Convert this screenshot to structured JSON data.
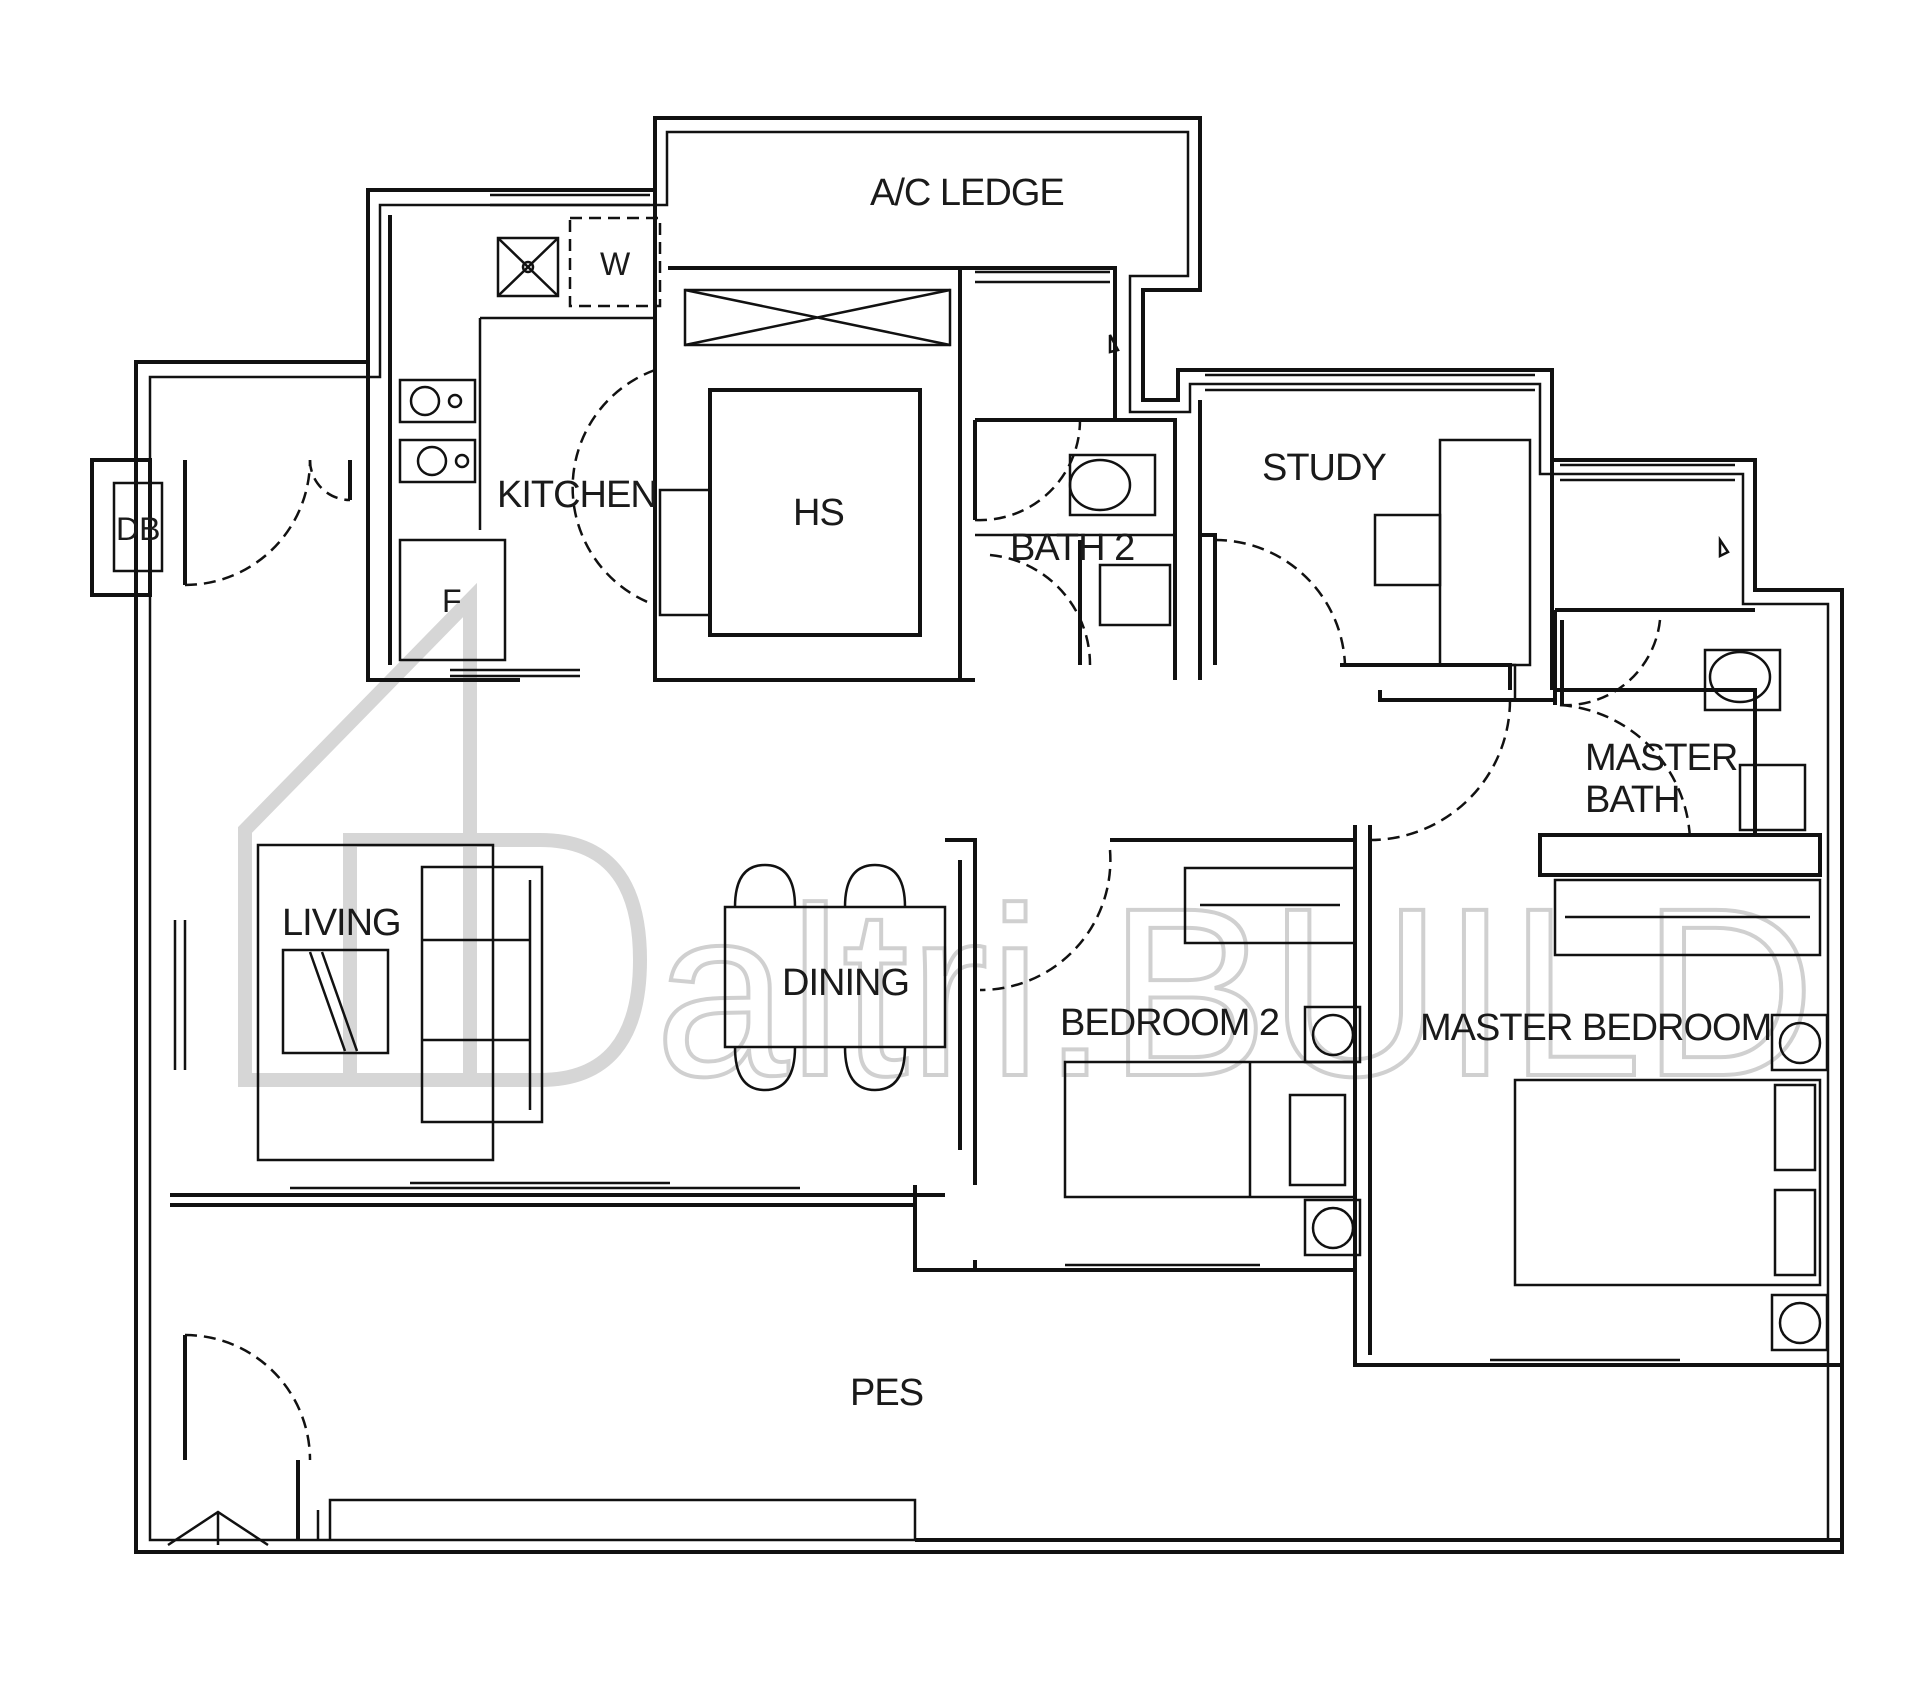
{
  "rooms": {
    "ac_ledge": "A/C LEDGE",
    "kitchen": "KITCHEN",
    "hs": "HS",
    "bath2": "BATH 2",
    "study": "STUDY",
    "master_bath_line1": "MASTER",
    "master_bath_line2": "BATH",
    "living": "LIVING",
    "dining": "DINING",
    "bedroom2": "BEDROOM 2",
    "master_bedroom": "MASTER BEDROOM",
    "pes": "PES"
  },
  "fixtures": {
    "db": "DB",
    "washer": "W",
    "fridge": "F"
  },
  "watermark": {
    "text": "altri.BUILD"
  }
}
